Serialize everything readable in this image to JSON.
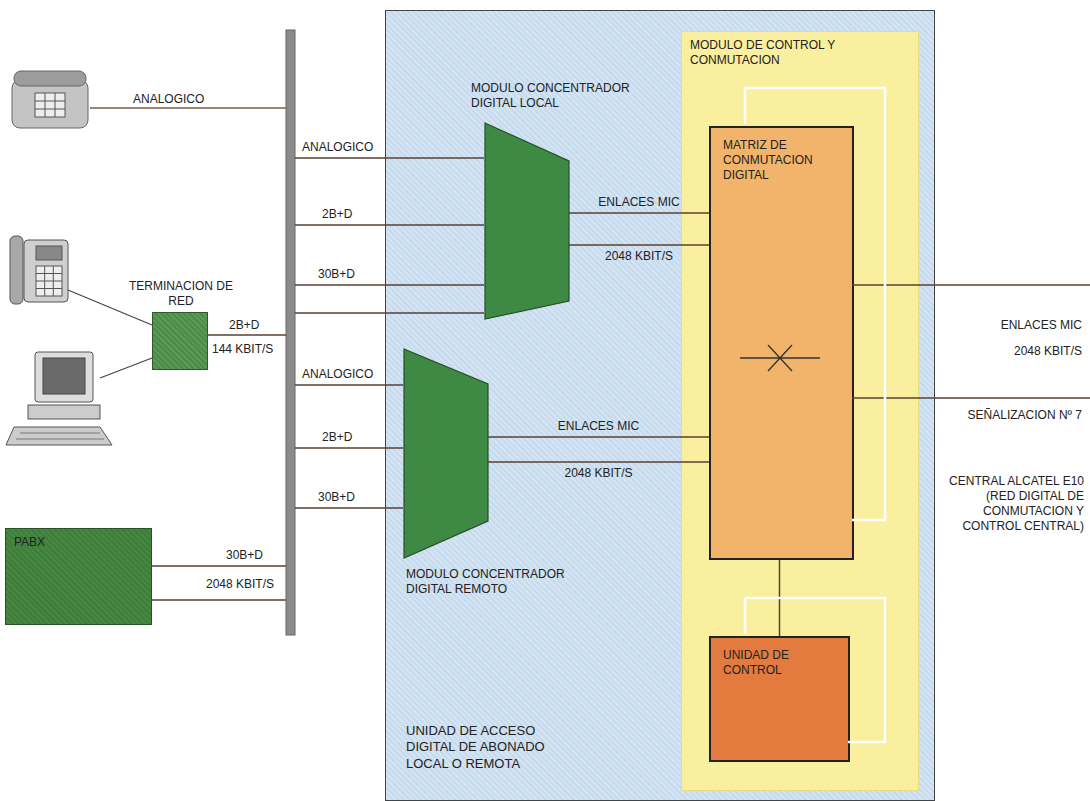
{
  "diagram": {
    "nodes": [
      {
        "text": [
          "TERMINACION DE RED"
        ]
      },
      {
        "text": [
          "PABX"
        ]
      },
      {
        "text": [
          "UNIDAD DE ACCESO DIGITAL DE ABONADO LOCAL O REMOTA"
        ]
      },
      {
        "text": [
          "MODULO CONCENTRADOR DIGITAL LOCAL"
        ],
        "in": 2
      },
      {
        "text": [
          "MODULO CONCENTRADOR DIGITAL REMOTO"
        ],
        "in": 2
      },
      {
        "text": [
          "MODULO DE CONTROL Y CONMUTACION"
        ],
        "in": 2
      },
      {
        "text": [
          "MATRIZ DE CONMUTACION DIGITAL"
        ],
        "in": 5
      },
      {
        "text": [
          "UNIDAD DE CONTROL"
        ],
        "in": 5
      }
    ],
    "edges": [
      {
        "from": 3,
        "to": 6,
        "arrow": "none",
        "label": "ENLACES MIC"
      },
      {
        "from": 3,
        "to": 6,
        "arrow": "none",
        "label": "2048 KBIT/S"
      },
      {
        "from": 4,
        "to": 6,
        "arrow": "none",
        "label": "ENLACES MIC"
      },
      {
        "from": 4,
        "to": 6,
        "arrow": "none",
        "label": "2048 KBIT/S"
      },
      {
        "from": 6,
        "to": 7,
        "arrow": "none"
      }
    ],
    "labels": [
      "ANALOGICO",
      "ANALOGICO",
      "2B+D",
      "30B+D",
      "2B+D",
      "144 KBIT/S",
      "ANALOGICO",
      "2B+D",
      "30B+D",
      "30B+D",
      "2048 KBIT/S",
      "ENLACES MIC",
      "2048 KBIT/S",
      "SEÑALIZACION Nº 7",
      "CENTRAL ALCATEL E10 (RED DIGITAL DE CONMUTACION Y CONTROL CENTRAL)"
    ]
  }
}
